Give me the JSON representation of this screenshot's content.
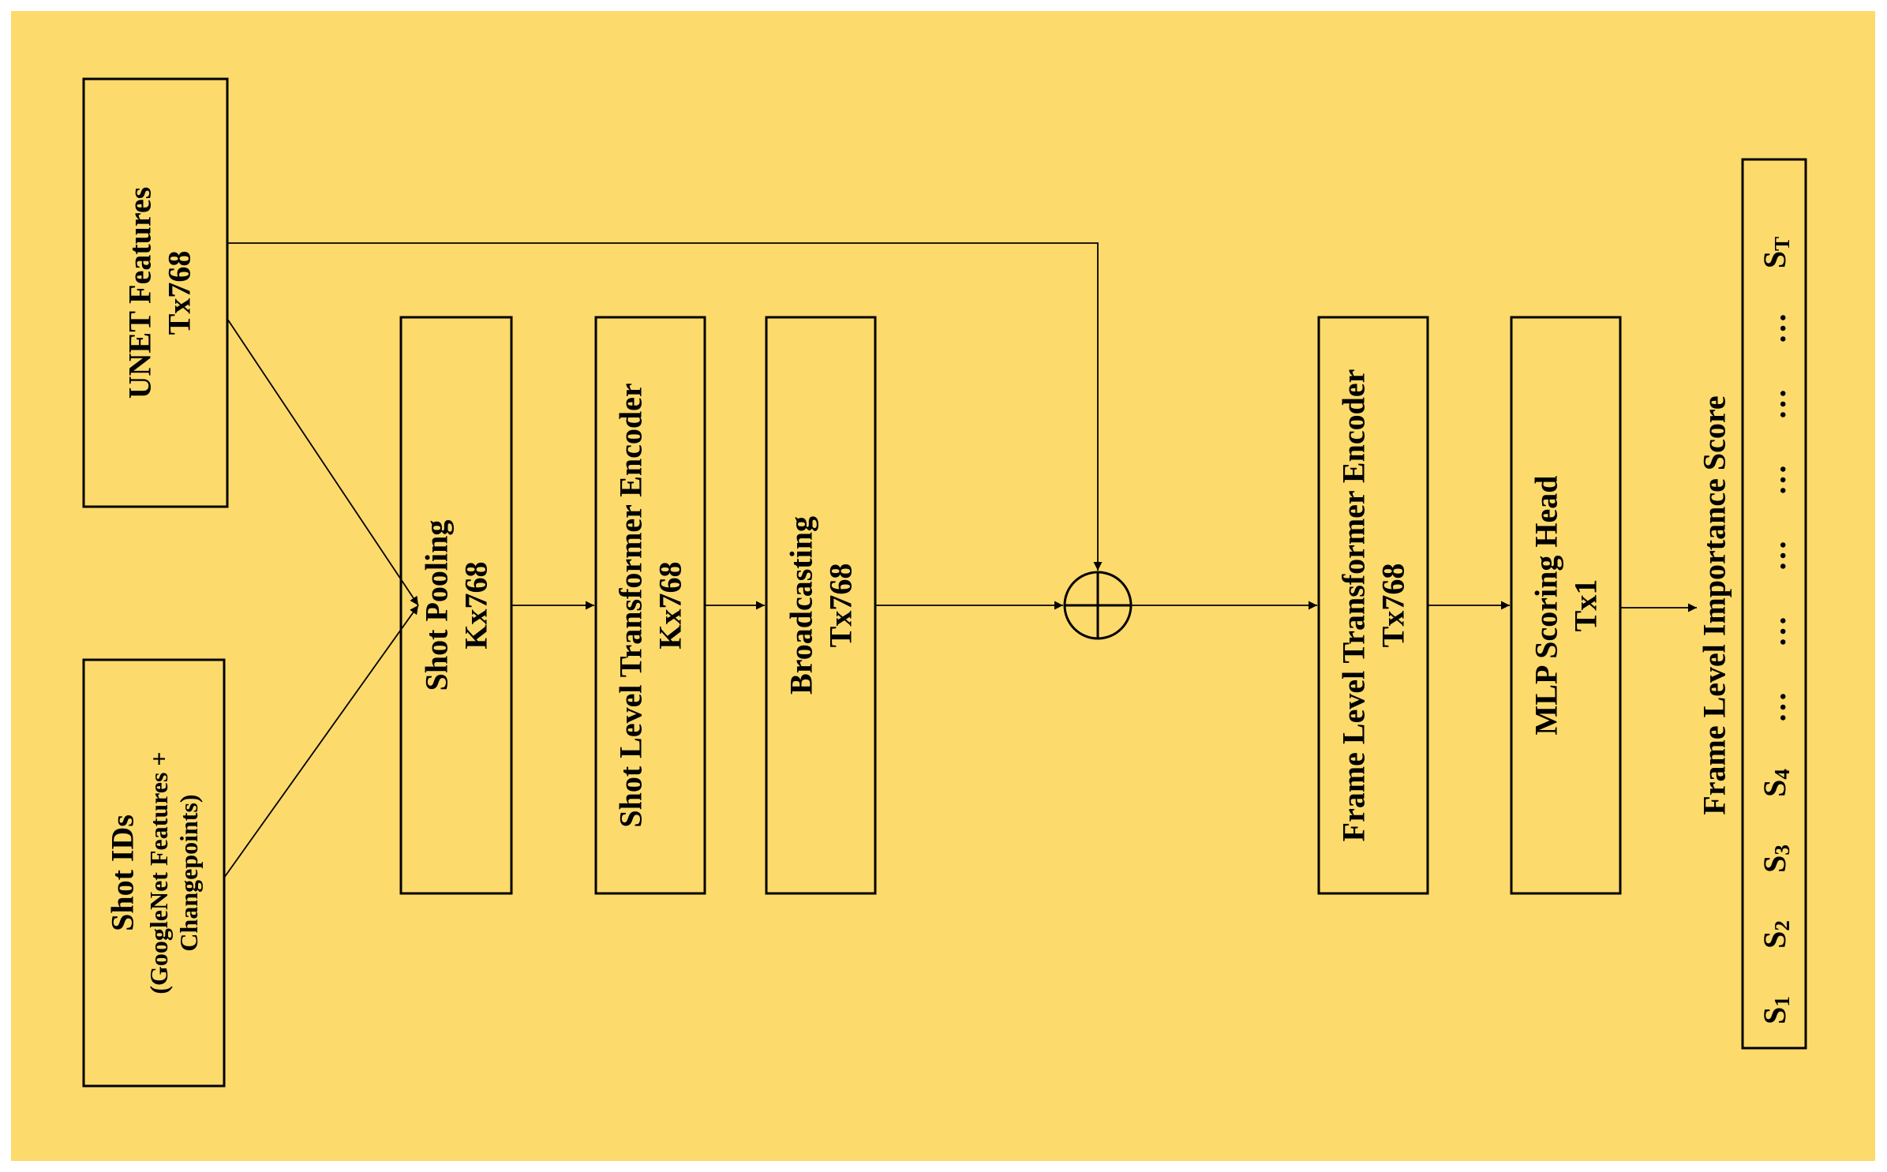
{
  "colors": {
    "background": "#fdda6c",
    "stroke": "#000000"
  },
  "blocks": {
    "unet": {
      "title": "UNET Features",
      "dim": "Tx768"
    },
    "shot_ids": {
      "title": "Shot IDs",
      "sub1": "(GoogleNet Features +",
      "sub2": "Changepoints)"
    },
    "shot_pooling": {
      "title": "Shot Pooling",
      "dim": "Kx768"
    },
    "shot_encoder": {
      "title": "Shot Level Transformer Encoder",
      "dim": "Kx768"
    },
    "broadcasting": {
      "title": "Broadcasting",
      "dim": "Tx768"
    },
    "frame_encoder": {
      "title": "Frame Level Transformer Encoder",
      "dim": "Tx768"
    },
    "mlp_head": {
      "title": "MLP Scoring Head",
      "dim": "Tx1"
    }
  },
  "output": {
    "label": "Frame Level Importance Score",
    "scores": [
      {
        "base": "S",
        "sub": "1"
      },
      {
        "base": "S",
        "sub": "2"
      },
      {
        "base": "S",
        "sub": "3"
      },
      {
        "base": "S",
        "sub": "4"
      },
      {
        "base": "…",
        "sub": ""
      },
      {
        "base": "…",
        "sub": ""
      },
      {
        "base": "…",
        "sub": ""
      },
      {
        "base": "…",
        "sub": ""
      },
      {
        "base": "…",
        "sub": ""
      },
      {
        "base": "…",
        "sub": ""
      },
      {
        "base": "S",
        "sub": "T"
      }
    ]
  },
  "sum_node_icon": "circle-plus-icon"
}
